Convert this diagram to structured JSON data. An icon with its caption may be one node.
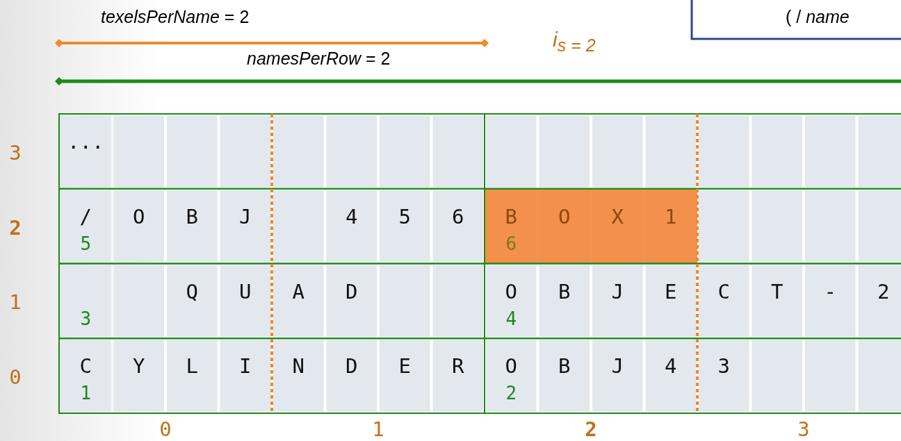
{
  "diagram": {
    "labels": [
      "*texelsPerName* = 2",
      "( / *name*",
      "i$_{s = 2}$",
      "*namesPerRow* = 2",
      "3",
      "...",
      "2",
      "/",
      "O",
      "B",
      "J",
      "4",
      "5",
      "6",
      "B",
      "O",
      "X",
      "1",
      "5",
      "6",
      "1",
      "Q",
      "U",
      "A",
      "D",
      "O",
      "B",
      "J",
      "E",
      "C",
      "T",
      "-",
      "2",
      "3",
      "4",
      "0",
      "C",
      "Y",
      "L",
      "I",
      "N",
      "D",
      "E",
      "R",
      "O",
      "B",
      "J",
      "4",
      "3",
      "1",
      "2",
      "0",
      "1",
      "2",
      "3"
    ]
  }
}
